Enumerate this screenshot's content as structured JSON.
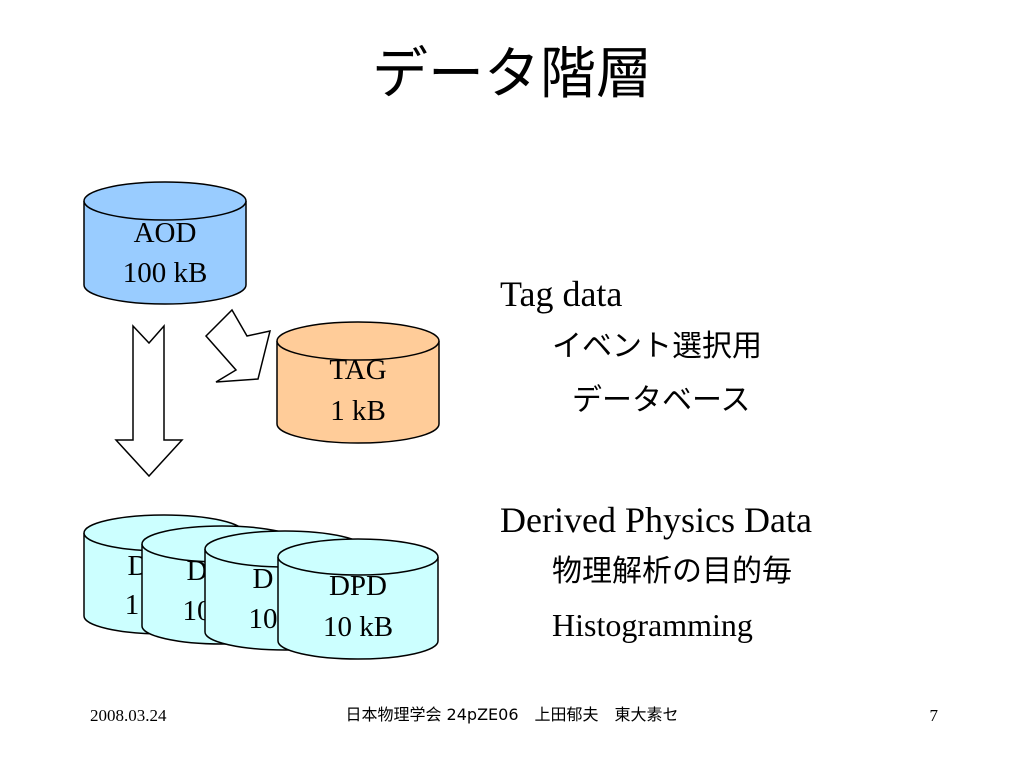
{
  "slide": {
    "title": "データ階層"
  },
  "diagram": {
    "aod": {
      "name": "AOD",
      "size": "100 kB",
      "color": "#99ccff"
    },
    "tag": {
      "name": "TAG",
      "size": "1 kB",
      "color": "#ffcc99"
    },
    "dpd_stack": [
      {
        "name": "D",
        "size": "1",
        "color": "#ccffff"
      },
      {
        "name": "D",
        "size": "10",
        "color": "#ccffff"
      },
      {
        "name": "D",
        "size": "10",
        "color": "#ccffff"
      },
      {
        "name": "DPD",
        "size": "10 kB",
        "color": "#ccffff"
      }
    ]
  },
  "text": {
    "tag_heading": "Tag data",
    "tag_line1": "イベント選択用",
    "tag_line2": "データベース",
    "dpd_heading": "Derived Physics Data",
    "dpd_line1": "物理解析の目的毎",
    "dpd_line2": "Histogramming"
  },
  "footer": {
    "date": "2008.03.24",
    "center": "日本物理学会 24pZE06　上田郁夫　東大素セ",
    "page": "7"
  }
}
